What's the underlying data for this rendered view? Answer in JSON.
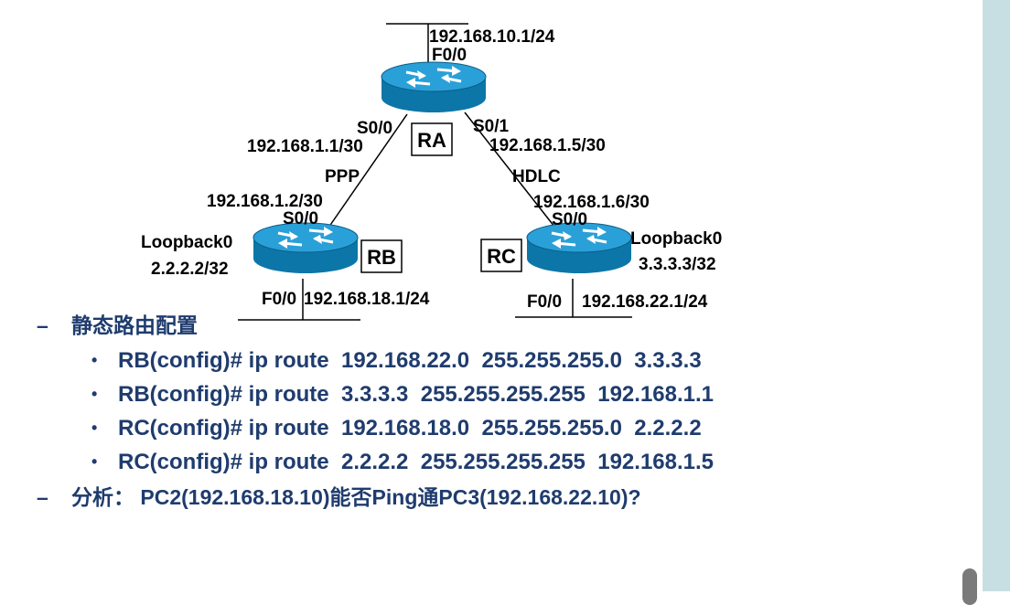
{
  "diagram": {
    "routers": {
      "ra": {
        "label": "RA"
      },
      "rb": {
        "label": "RB"
      },
      "rc": {
        "label": "RC"
      }
    },
    "labels": {
      "ra_lan_ip": "192.168.10.1/24",
      "ra_f00": "F0/0",
      "ra_s00": "S0/0",
      "ra_s00_ip": "192.168.1.1/30",
      "ra_s01": "S0/1",
      "ra_s01_ip": "192.168.1.5/30",
      "link_ppp": "PPP",
      "link_hdlc": "HDLC",
      "rb_s00_ip": "192.168.1.2/30",
      "rb_s00": "S0/0",
      "rb_loopback": "Loopback0",
      "rb_loopback_ip": "2.2.2.2/32",
      "rb_f00": "F0/0",
      "rb_lan_ip": "192.168.18.1/24",
      "rc_s00_ip": "192.168.1.6/30",
      "rc_s00": "S0/0",
      "rc_loopback": "Loopback0",
      "rc_loopback_ip": "3.3.3.3/32",
      "rc_f00": "F0/0",
      "rc_lan_ip": "192.168.22.1/24"
    }
  },
  "outline": {
    "dash": "–",
    "bullet": "•",
    "heading_static": "静态路由配置",
    "commands": [
      "RB(config)# ip route  192.168.22.0  255.255.255.0  3.3.3.3",
      "RB(config)# ip route  3.3.3.3  255.255.255.255  192.168.1.1",
      "RC(config)# ip route  192.168.18.0  255.255.255.0  2.2.2.2",
      "RC(config)# ip route  2.2.2.2  255.255.255.255  192.168.1.5"
    ],
    "analysis": "分析：  PC2(192.168.18.10)能否Ping通PC3(192.168.22.10)?"
  },
  "colors": {
    "text_blue": "#1f3c6e",
    "router_top": "#2aa0d8",
    "router_side": "#0d76a8",
    "scrollbar": "#c7dfe2"
  }
}
